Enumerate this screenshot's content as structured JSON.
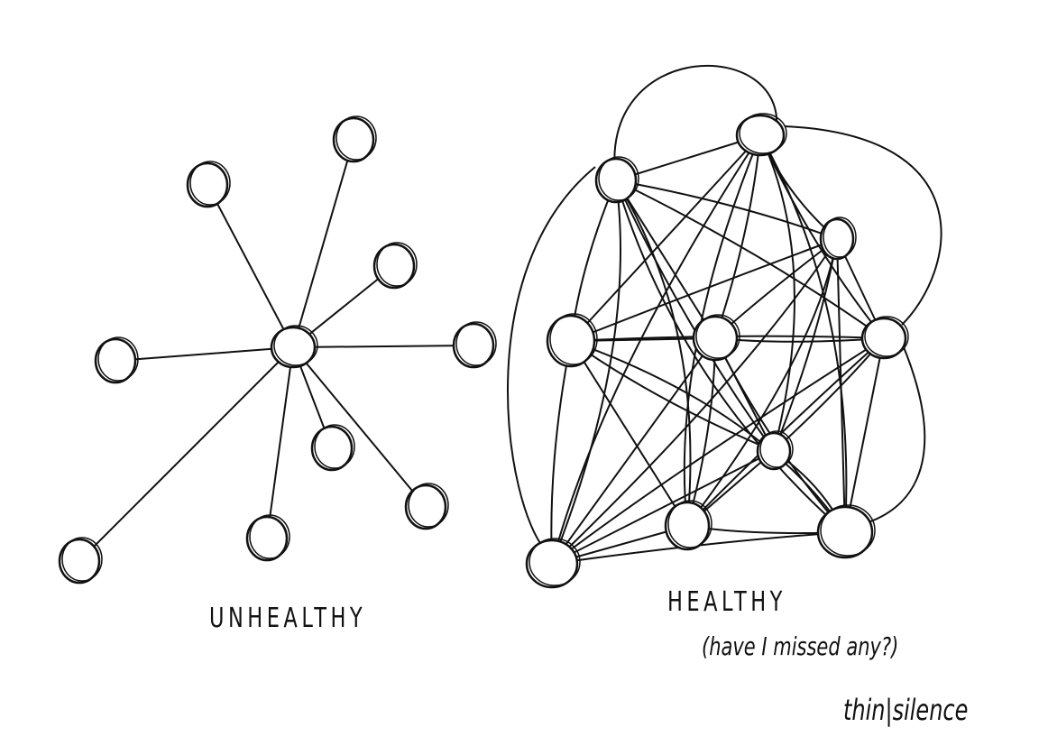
{
  "left_graph": {
    "label": "UNHEALTHY",
    "structure": "star",
    "hub_count": 1,
    "spoke_count": 9
  },
  "right_graph": {
    "label": "HEALTHY",
    "note": "(have I missed any?)",
    "structure": "fully-connected",
    "node_count": 10
  },
  "signature": "thin|silence",
  "colors": {
    "ink": "#111111",
    "paper": "#ffffff"
  }
}
